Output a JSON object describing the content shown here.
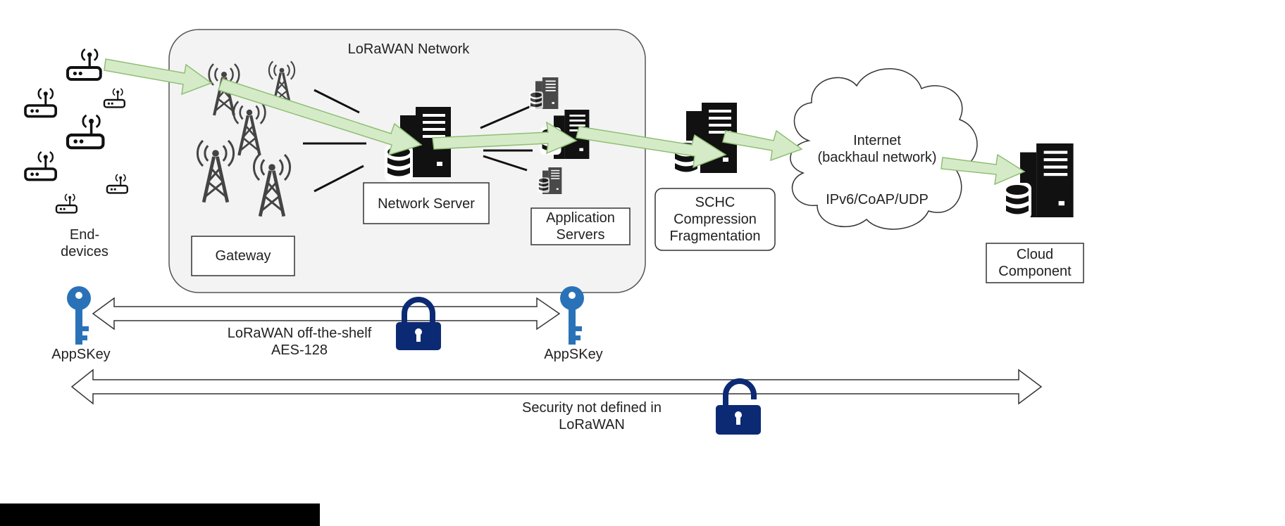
{
  "network": {
    "title": "LoRaWAN Network"
  },
  "labels": {
    "end_devices": "End-\ndevices",
    "gateway": "Gateway",
    "network_server": "Network Server",
    "application_servers": "Application\nServers",
    "schc": "SCHC\nCompression\nFragmentation",
    "internet": "Internet\n(backhaul network)",
    "protocols": "IPv6/CoAP/UDP",
    "cloud": "Cloud\nComponent"
  },
  "security": {
    "left_key": "AppSKey",
    "right_key": "AppSKey",
    "lorawan_security": "LoRaWAN off-the-shelf\nAES-128",
    "undefined_security": "Security not defined in\nLoRaWAN"
  },
  "colors": {
    "flow_arrow_fill": "#d5ebc8",
    "flow_arrow_stroke": "#8fbf74",
    "network_box_fill": "#f3f3f3",
    "key_blue": "#2a72b8",
    "lock_navy": "#0c2a74"
  },
  "icons": [
    "antenna-device-icon",
    "gateway-tower-icon",
    "server-icon",
    "database-icon",
    "cloud-icon",
    "key-icon",
    "locked-padlock-icon",
    "unlocked-padlock-icon"
  ]
}
